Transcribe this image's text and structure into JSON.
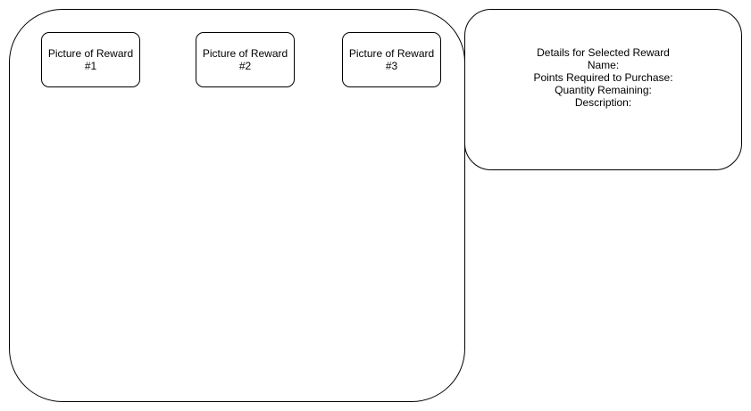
{
  "rewards_panel": {
    "cards": [
      {
        "label": "Picture of Reward #1"
      },
      {
        "label": "Picture of Reward #2"
      },
      {
        "label": "Picture of Reward #3"
      }
    ]
  },
  "details_panel": {
    "title": "Details for Selected Reward",
    "name_label": "Name:",
    "points_label": "Points Required to Purchase:",
    "quantity_label": "Quantity Remaining:",
    "description_label": "Description:"
  }
}
